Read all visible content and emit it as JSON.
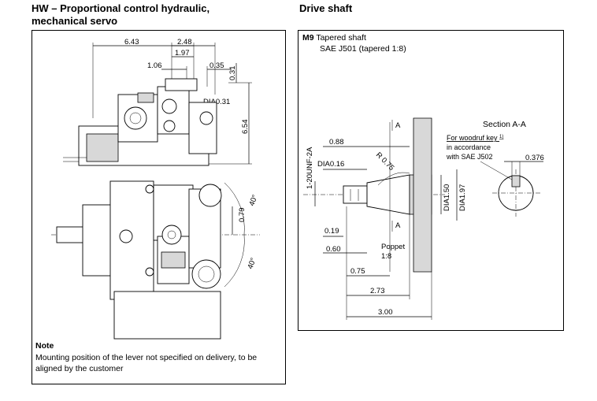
{
  "left_heading": {
    "line1": "HW – Proportional control hydraulic,",
    "line2": "mechanical servo"
  },
  "right_heading": "Drive shaft",
  "left_panel": {
    "dimensions": {
      "d643": "6.43",
      "d248": "2.48",
      "d197": "1.97",
      "d106": "1.06",
      "d035": "0.35",
      "d031": "0.31",
      "dia031": "DIA0.31",
      "d654": "6.54",
      "d079": "0.79",
      "a40_top": "40°",
      "a40_bottom": "40°"
    },
    "note": {
      "title": "Note",
      "text": "Mounting position of the lever not specified on delivery, to be aligned by the customer"
    }
  },
  "right_panel": {
    "code": "M9",
    "shaft_type": "Tapered shaft",
    "shaft_std": "SAE J501 (tapered 1:8)",
    "dimensions": {
      "thread": "1-20UNF-2A",
      "d088": "0.88",
      "r075": "R 0.75",
      "dia016": "DIA0.16",
      "dia150": "DIA1.50",
      "dia197": "DIA1.97",
      "d019": "0.19",
      "d060": "0.60",
      "d075": "0.75",
      "d273": "2.73",
      "d300": "3.00",
      "poppet": "Poppet",
      "poppet_ratio": "1:8",
      "section_a_top": "A",
      "section_a_bottom": "A"
    },
    "section": {
      "title": "Section A-A",
      "key_line1": "For woodruf key",
      "key_sup": "1)",
      "key_line2": "in accordance",
      "key_line3": "with SAE J502",
      "d0376": "0.376"
    }
  }
}
